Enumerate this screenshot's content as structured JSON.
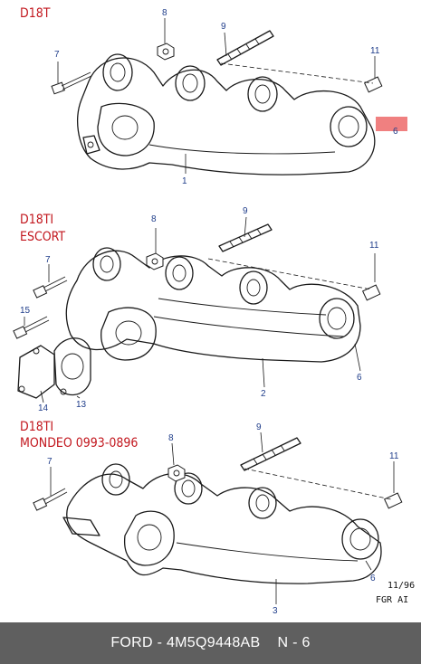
{
  "sections": [
    {
      "title_lines": [
        "D18T"
      ],
      "callouts": [
        "8",
        "9",
        "7",
        "11",
        "6",
        "1"
      ]
    },
    {
      "title_lines": [
        "D18TI",
        "ESCORT"
      ],
      "callouts": [
        "8",
        "9",
        "7",
        "11",
        "15",
        "6",
        "2",
        "14",
        "13"
      ]
    },
    {
      "title_lines": [
        "D18TI",
        "MONDEO 0993-0896"
      ],
      "callouts": [
        "9",
        "7",
        "8",
        "11",
        "6",
        "3"
      ]
    }
  ],
  "stamp": [
    "11/96",
    "FGR AI"
  ],
  "footer": {
    "brand": "FORD",
    "separator": " - ",
    "part_number": "4M5Q9448AB",
    "position": "N - 6"
  },
  "colors": {
    "title": "#c2161d",
    "callout": "#1f3d8a",
    "highlight": "#f08080",
    "footer_bg": "#5f5f5f"
  }
}
